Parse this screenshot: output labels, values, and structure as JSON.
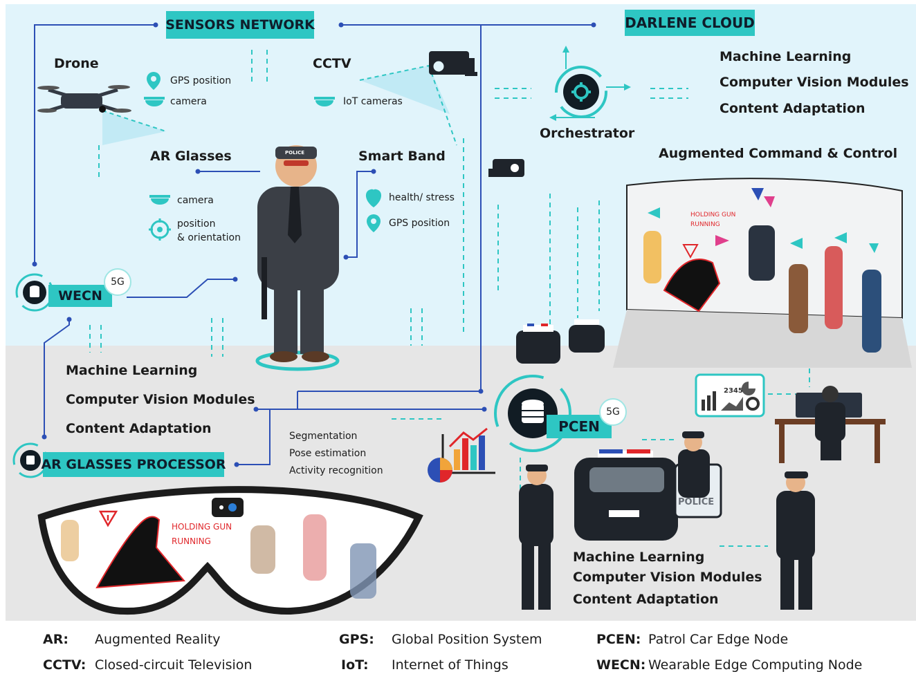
{
  "header": {
    "sensors_network": "SENSORS NETWORK",
    "darlene_cloud": "DARLENE CLOUD"
  },
  "drone": {
    "title": "Drone",
    "gps": "GPS position",
    "camera": "camera"
  },
  "cctv": {
    "title": "CCTV",
    "iot": "IoT cameras"
  },
  "ar_glasses": {
    "title": "AR Glasses",
    "camera": "camera",
    "position": "position",
    "orientation": "& orientation"
  },
  "smart_band": {
    "title": "Smart Band",
    "health": "health/ stress",
    "gps": "GPS position"
  },
  "cloud": {
    "ml": "Machine Learning",
    "cv": "Computer Vision Modules",
    "ca": "Content Adaptation",
    "orchestrator": "Orchestrator",
    "acc": "Augmented Command & Control"
  },
  "wecn": {
    "label": "WECN",
    "badge": "5G",
    "ml": "Machine Learning",
    "cv": "Computer Vision Modules",
    "ca": "Content Adaptation"
  },
  "processor": {
    "label": "AR GLASSES PROCESSOR",
    "seg": "Segmentation",
    "pose": "Pose estimation",
    "activity": "Activity recognition"
  },
  "scene": {
    "alert_line1": "HOLDING GUN",
    "alert_line2": "RUNNING"
  },
  "glasses_view": {
    "alert_line1": "HOLDING GUN",
    "alert_line2": "RUNNING"
  },
  "pcen": {
    "label": "PCEN",
    "badge": "5G",
    "ml": "Machine Learning",
    "cv": "Computer Vision Modules",
    "ca": "Content Adaptation",
    "car_label": "POLICE",
    "badge_on_cap": "POLICE"
  },
  "dashboard": {
    "value": "2345"
  },
  "legend": [
    {
      "key": "AR:",
      "value": "Augmented Reality"
    },
    {
      "key": "CCTV:",
      "value": "Closed-circuit Television"
    },
    {
      "key": "GPS:",
      "value": "Global Position System"
    },
    {
      "key": "IoT:",
      "value": "Internet of Things"
    },
    {
      "key": "PCEN:",
      "value": "Patrol Car Edge Node"
    },
    {
      "key": "WECN:",
      "value": "Wearable Edge Computing Node"
    }
  ],
  "colors": {
    "sky": "#e1f4fb",
    "ground": "#e6e6e6",
    "teal": "#2ec6c3",
    "navy": "#2c4fb5",
    "alert": "#e0262a"
  }
}
